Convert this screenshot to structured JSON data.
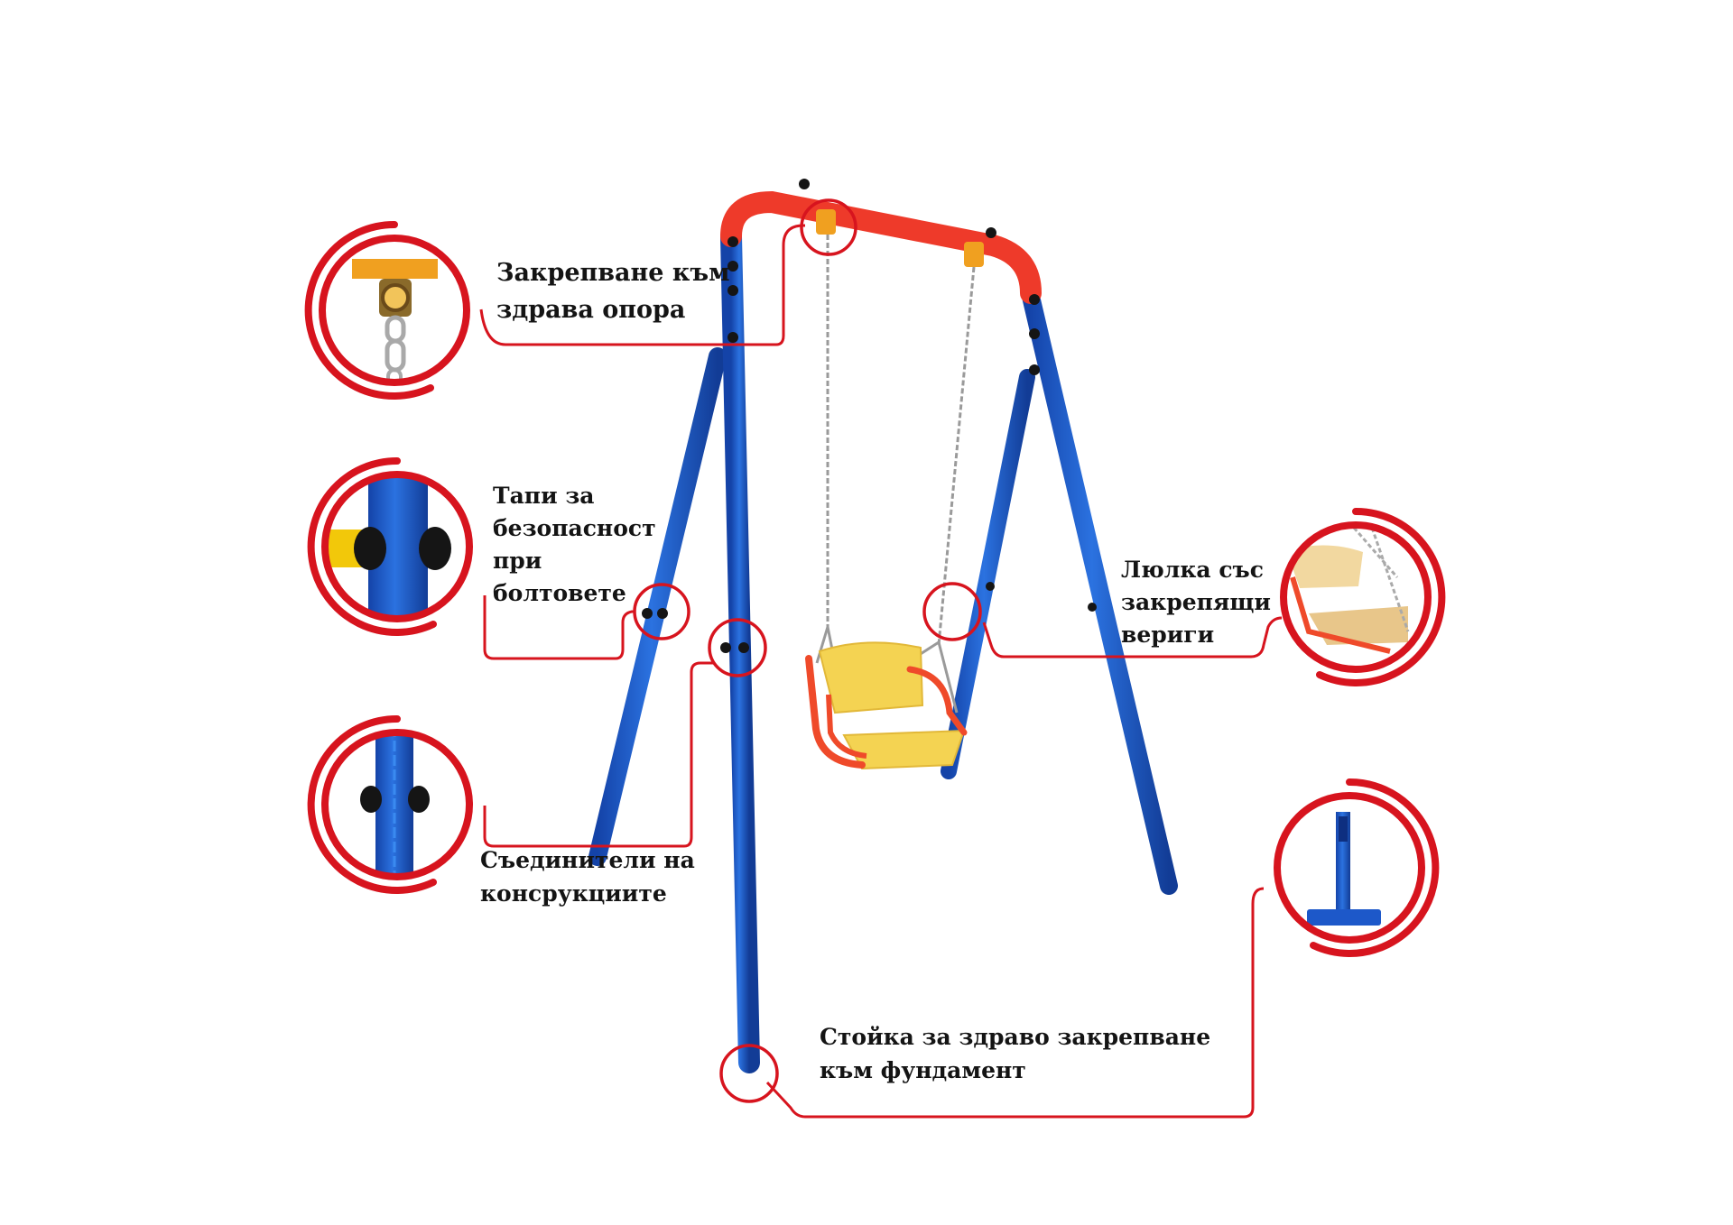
{
  "labels": {
    "attach": "Закрепване към\nздрава опора",
    "caps": "Тапи за\nбезопасност\nпри\nболтовете",
    "connectors": "Съединители на\nконсрукциите",
    "seat": "Люлка със\nзакрепящи\nвериги",
    "base": "Стойка за здраво закрепване\nкъм фундамент"
  },
  "colors": {
    "accent_red": "#d7141e",
    "frame_blue": "#1d58c9",
    "top_bar_red": "#ee3a2a",
    "seat_yellow": "#f4d352",
    "seat_frame": "#ef4a2a",
    "bolt_black": "#151515",
    "chain_gray": "#9a9a9a",
    "bracket_orange": "#f0a020"
  },
  "icons": [
    "bracket-pulley-icon",
    "safety-cap-icon",
    "connector-icon",
    "seat-detail-icon",
    "base-stand-icon"
  ]
}
